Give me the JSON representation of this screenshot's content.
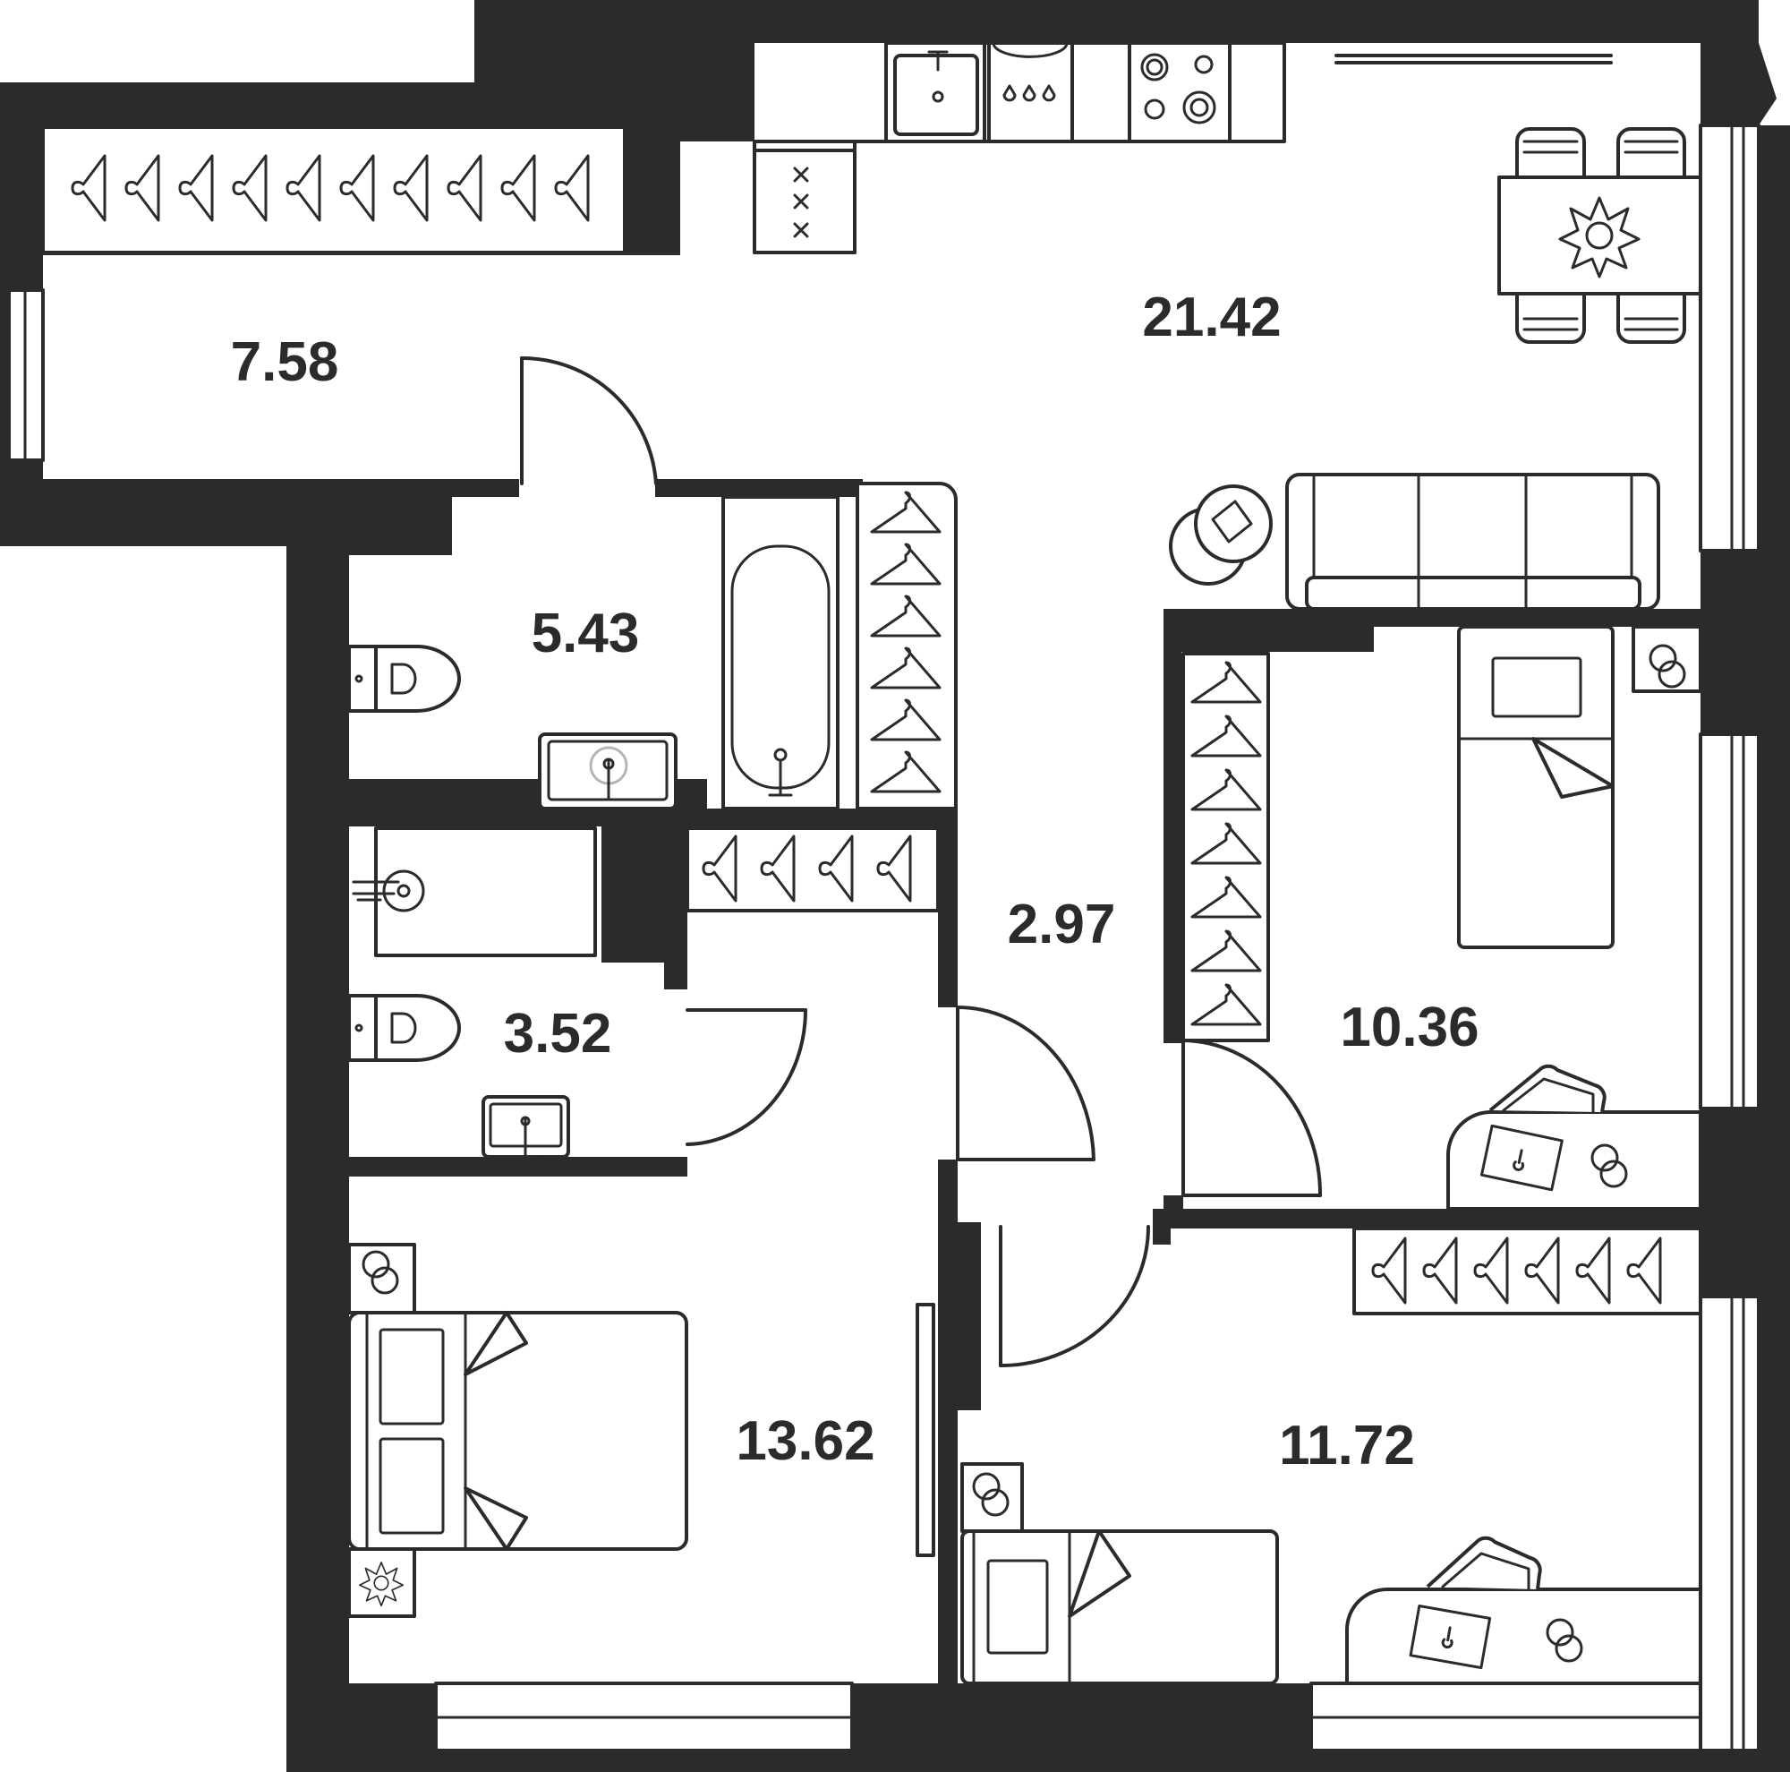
{
  "plan": {
    "colors": {
      "wall": "#2b2b2b",
      "line": "#2b2b2b",
      "label": "#2b2b2b",
      "background": "#ffffff"
    },
    "rooms": [
      {
        "id": "balcony",
        "area": "7.58"
      },
      {
        "id": "kitchen-living",
        "area": "21.42"
      },
      {
        "id": "bathroom",
        "area": "5.43"
      },
      {
        "id": "hall",
        "area": "2.97"
      },
      {
        "id": "toilet",
        "area": "3.52"
      },
      {
        "id": "bedroom-right",
        "area": "10.36"
      },
      {
        "id": "master-bedroom",
        "area": "13.62"
      },
      {
        "id": "bedroom-bottom",
        "area": "11.72"
      }
    ],
    "furniture_icons": [
      "hanger-icon",
      "sink-icon",
      "dishwasher-icon",
      "stove-icon",
      "fridge-icon",
      "dining-table-icon",
      "flower-icon",
      "chair-icon",
      "sofa-icon",
      "lamp-icon",
      "toilet-icon",
      "bathtub-icon",
      "washbasin-icon",
      "washing-machine-icon",
      "bed-icon",
      "desk-icon",
      "office-chair-icon",
      "nightstand-icon",
      "door-swing-icon",
      "window-icon"
    ]
  }
}
